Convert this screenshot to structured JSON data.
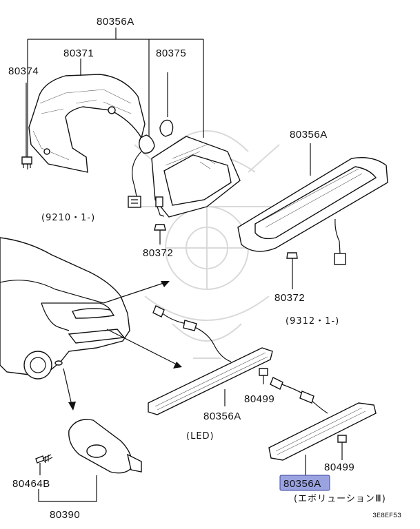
{
  "labels": {
    "top_assembly": "80356A",
    "cover": "80371",
    "bulb": "80375",
    "screw_top": "80374",
    "nut_left": "80372",
    "date_left": "(9210・1-)",
    "right_assembly": "80356A",
    "nut_right": "80372",
    "date_right": "(9312・1-)",
    "led_assembly": "80356A",
    "led_note": "(LED)",
    "led_bolt": "80499",
    "evo_bolt": "80499",
    "evo_assembly": "80356A",
    "evo_note": "(エボリューションⅢ)",
    "screw_lamp": "80464B",
    "side_lamp": "80390",
    "diagram_code": "3E8EF53"
  },
  "colors": {
    "highlight": "#9aa3e0",
    "line": "#111111",
    "watermark": "#d9d9d9"
  }
}
